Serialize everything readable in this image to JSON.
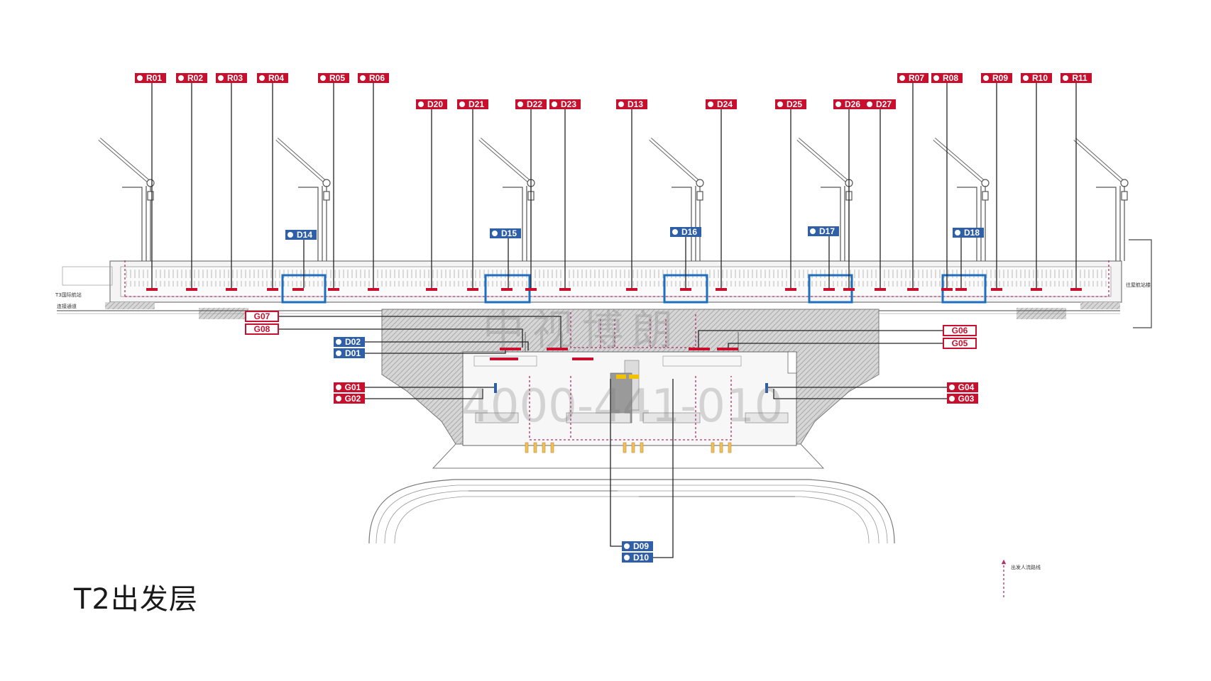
{
  "title": "T2出发层",
  "watermark": {
    "cn": "中视博朗",
    "phone": "4000-441-010"
  },
  "annotations": {
    "left_top": "T3国际航站",
    "left_bottom": "连接通道",
    "right": "往屋航站楼",
    "legend": "出发人流路线"
  },
  "colors": {
    "red": "#c8102e",
    "blue": "#2f5fa8",
    "frame": "#1f6fc0",
    "flow": "#b0306c",
    "hatch": "#b8b8b8"
  },
  "labels": {
    "R01": "R01",
    "R02": "R02",
    "R03": "R03",
    "R04": "R04",
    "R05": "R05",
    "R06": "R06",
    "R07": "R07",
    "R08": "R08",
    "R09": "R09",
    "R10": "R10",
    "R11": "R11",
    "D20": "D20",
    "D21": "D21",
    "D22": "D22",
    "D23": "D23",
    "D13": "D13",
    "D24": "D24",
    "D25": "D25",
    "D26": "D26",
    "D27": "D27",
    "D14": "D14",
    "D15": "D15",
    "D16": "D16",
    "D17": "D17",
    "D18": "D18",
    "D01": "D01",
    "D02": "D02",
    "D09": "D09",
    "D10": "D10",
    "G01": "G01",
    "G02": "G02",
    "G03": "G03",
    "G04": "G04",
    "G05": "G05",
    "G06": "G06",
    "G07": "G07",
    "G08": "G08"
  }
}
